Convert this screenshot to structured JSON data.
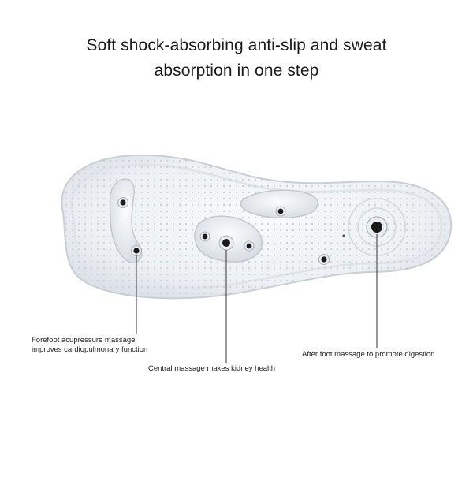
{
  "headline": {
    "line1": "Soft shock-absorbing anti-slip and sweat",
    "line2": "absorption in one step"
  },
  "callouts": {
    "forefoot": {
      "line1": "Forefoot acupressure massage",
      "line2": "improves cardiopulmonary function"
    },
    "central": {
      "text": "Central massage makes kidney health"
    },
    "afterfoot": {
      "text": "After foot massage to promote digestion"
    }
  },
  "colors": {
    "background": "#ffffff",
    "insole_fill": "#eef1f4",
    "insole_edge": "#c9cfd6",
    "magnet": "#1a1a1a",
    "leader_line": "#333333"
  }
}
